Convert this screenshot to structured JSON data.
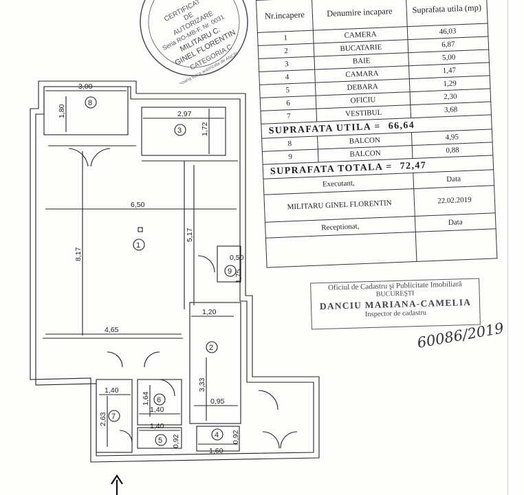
{
  "table": {
    "headers": {
      "nr": "Nr.incapere",
      "name": "Denumire incapare",
      "area": "Suprafata utila (mp)"
    },
    "rooms_useful": [
      {
        "nr": "1",
        "name": "CAMERA",
        "area": "46,03"
      },
      {
        "nr": "2",
        "name": "BUCATARIE",
        "area": "6,87"
      },
      {
        "nr": "3",
        "name": "BAIE",
        "area": "5,00"
      },
      {
        "nr": "4",
        "name": "CAMARA",
        "area": "1,47"
      },
      {
        "nr": "5",
        "name": "DEBARA",
        "area": "1,29"
      },
      {
        "nr": "6",
        "name": "OFICIU",
        "area": "2,30"
      },
      {
        "nr": "7",
        "name": "VESTIBUL",
        "area": "3,68"
      }
    ],
    "useful_total_label": "SUPRAFATA UTILA =",
    "useful_total_value": "66,64",
    "rooms_balcony": [
      {
        "nr": "8",
        "name": "BALCON",
        "area": "4,95"
      },
      {
        "nr": "9",
        "name": "BALCON",
        "area": "0,88"
      }
    ],
    "grand_total_label": "SUPRAFATA TOTALA =",
    "grand_total_value": "72,47",
    "executant_label": "Executant,",
    "date_label_1": "Data",
    "executant_name": "MILITARU GINEL FLORENTIN",
    "executant_date": "22.02.2019",
    "receptionat_label": "Receptionat,",
    "date_label_2": "Data"
  },
  "plan": {
    "rooms": [
      "1",
      "2",
      "3",
      "4",
      "5",
      "6",
      "7",
      "8",
      "9"
    ],
    "dimensions": {
      "d_300": "3,00",
      "d_180": "1,80",
      "d_297": "2,97",
      "d_172": "1,72",
      "d_650": "6,50",
      "d_517": "5,17",
      "d_817": "8,17",
      "d_050": "0,50",
      "d_175": "1,75",
      "d_120": "1,20",
      "d_465": "4,65",
      "d_333": "3,33",
      "d_140a": "1,40",
      "d_164": "1,64",
      "d_140b": "1,40",
      "d_095": "0,95",
      "d_263": "2,63",
      "d_140c": "1,40",
      "d_092a": "0,92",
      "d_160": "1,60",
      "d_092b": "0,92"
    }
  },
  "stamp_cert": {
    "lines": [
      "CERTIFICAT",
      "DE",
      "AUTORIZARE",
      "Seria RO-MB-F, Nr. 0031",
      "MILITARU C.",
      "GINEL FLORENTIN",
      "CATEGORIA C",
      "Persoana fizica autorizata de ANCPI"
    ]
  },
  "stamp_ocpi": {
    "line1": "Oficiul de Cadastru şi Publicitate Imobiliară",
    "line2": "BUCUREŞTI",
    "line3": "DANCIU MARIANA-CAMELIA",
    "line4": "Inspector de cadastru"
  },
  "handwritten_number": "60086/2019",
  "colors": {
    "ink": "#222222",
    "stamp": "#555555",
    "paper": "#fdfdfb"
  }
}
